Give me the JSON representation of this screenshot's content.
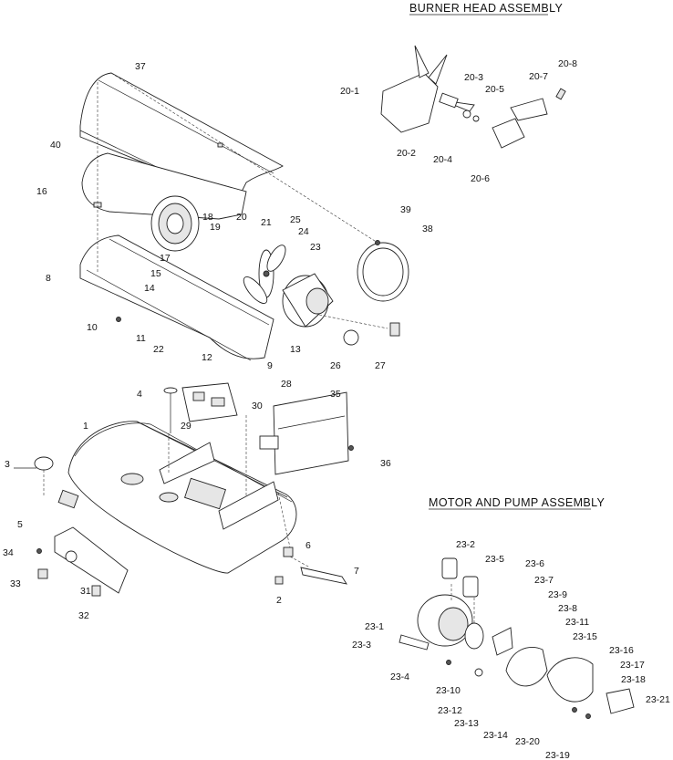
{
  "titles": {
    "burner_head": "BURNER HEAD ASSEMBLY",
    "motor_pump": "MOTOR AND PUMP ASSEMBLY"
  },
  "callouts": [
    "1",
    "2",
    "3",
    "4",
    "5",
    "6",
    "7",
    "8",
    "9",
    "10",
    "11",
    "12",
    "13",
    "14",
    "15",
    "16",
    "17",
    "18",
    "19",
    "20",
    "21",
    "22",
    "23",
    "24",
    "25",
    "26",
    "27",
    "28",
    "29",
    "30",
    "31",
    "32",
    "33",
    "34",
    "35",
    "36",
    "37",
    "38",
    "39",
    "40",
    "20-1",
    "20-2",
    "20-3",
    "20-4",
    "20-5",
    "20-6",
    "20-7",
    "20-8",
    "23-1",
    "23-2",
    "23-3",
    "23-4",
    "23-5",
    "23-6",
    "23-7",
    "23-8",
    "23-9",
    "23-10",
    "23-11",
    "23-12",
    "23-13",
    "23-14",
    "23-15",
    "23-16",
    "23-17",
    "23-18",
    "23-19",
    "23-20",
    "23-21"
  ]
}
